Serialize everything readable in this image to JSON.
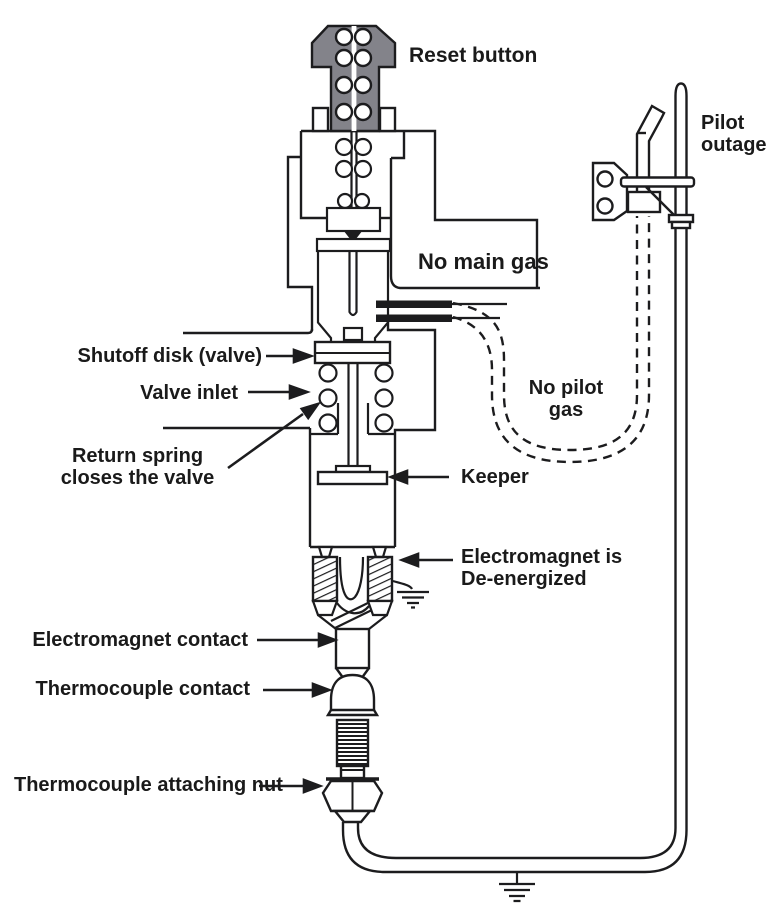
{
  "diagram": {
    "labels": {
      "reset_button": "Reset button",
      "pilot_outage": [
        "Pilot",
        "outage"
      ],
      "no_main_gas": "No main gas",
      "shutoff_disk": "Shutoff disk (valve)",
      "valve_inlet": "Valve inlet",
      "return_spring": [
        "Return spring",
        "closes the valve"
      ],
      "no_pilot_gas": [
        "No pilot",
        "gas"
      ],
      "keeper": "Keeper",
      "electromagnet": [
        "Electromagnet is",
        "De-energized"
      ],
      "electromagnet_contact": "Electromagnet contact",
      "thermocouple_contact": "Thermocouple contact",
      "thermocouple_nut": "Thermocouple attaching nut"
    },
    "colors": {
      "line": "#1c1c1e",
      "text": "#1a1a1a",
      "reset_button_fill": "#83838a",
      "background": "#ffffff"
    }
  }
}
